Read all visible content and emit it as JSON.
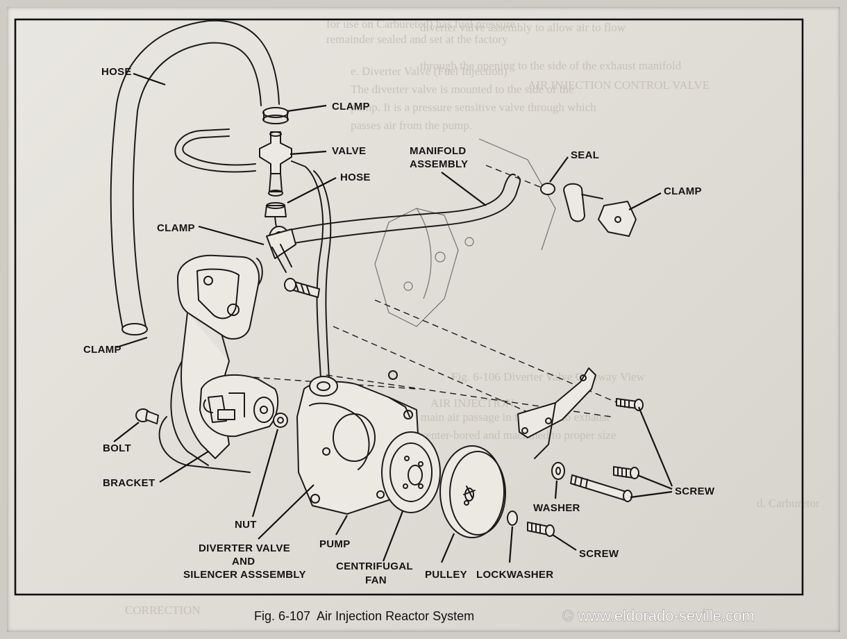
{
  "figure": {
    "caption": "Fig. 6-107  Air Injection Reactor System",
    "watermark": "© www.eldorado-seville.com"
  },
  "labels": {
    "hose_top": "HOSE",
    "clamp_top": "CLAMP",
    "valve": "VALVE",
    "hose_mid": "HOSE",
    "manifold_line1": "MANIFOLD",
    "manifold_line2": "ASSEMBLY",
    "seal": "SEAL",
    "clamp_right": "CLAMP",
    "clamp_mid": "CLAMP",
    "clamp_left": "CLAMP",
    "bolt": "BOLT",
    "bracket": "BRACKET",
    "nut": "NUT",
    "diverter_line1": "DIVERTER  VALVE",
    "diverter_line2": "AND",
    "diverter_line3": "SILENCER ASSSEMBLY",
    "pump": "PUMP",
    "fan_line1": "CENTRIFUGAL",
    "fan_line2": "FAN",
    "pulley": "PULLEY",
    "lockwasher": "LOCKWASHER",
    "washer": "WASHER",
    "screw_right": "SCREW",
    "screw_bottom": "SCREW"
  },
  "bleed_through": {
    "left_lines": [
      "for use on Carbureted) has fuel pressure",
      "remainder sealed and set at the factory",
      "e.  Diverter Valve (Fuel Injection)",
      "The diverter valve is mounted to the side of the",
      "pump. It is a pressure sensitive valve through which",
      "passes air from the pump.",
      "AIR INJECTION"
    ],
    "right_lines": [
      "diverter valve assembly to allow air to flow",
      "through the opening to the side of the exhaust manifold",
      "AIR INJECTION CONTROL VALVE",
      "Fig. 6-106  Diverter Valve Cutaway View",
      "main air passage in the pump to exhaust",
      "center-bored and machined to proper size",
      "d.  Carburetor",
      "CORRECTION"
    ]
  }
}
